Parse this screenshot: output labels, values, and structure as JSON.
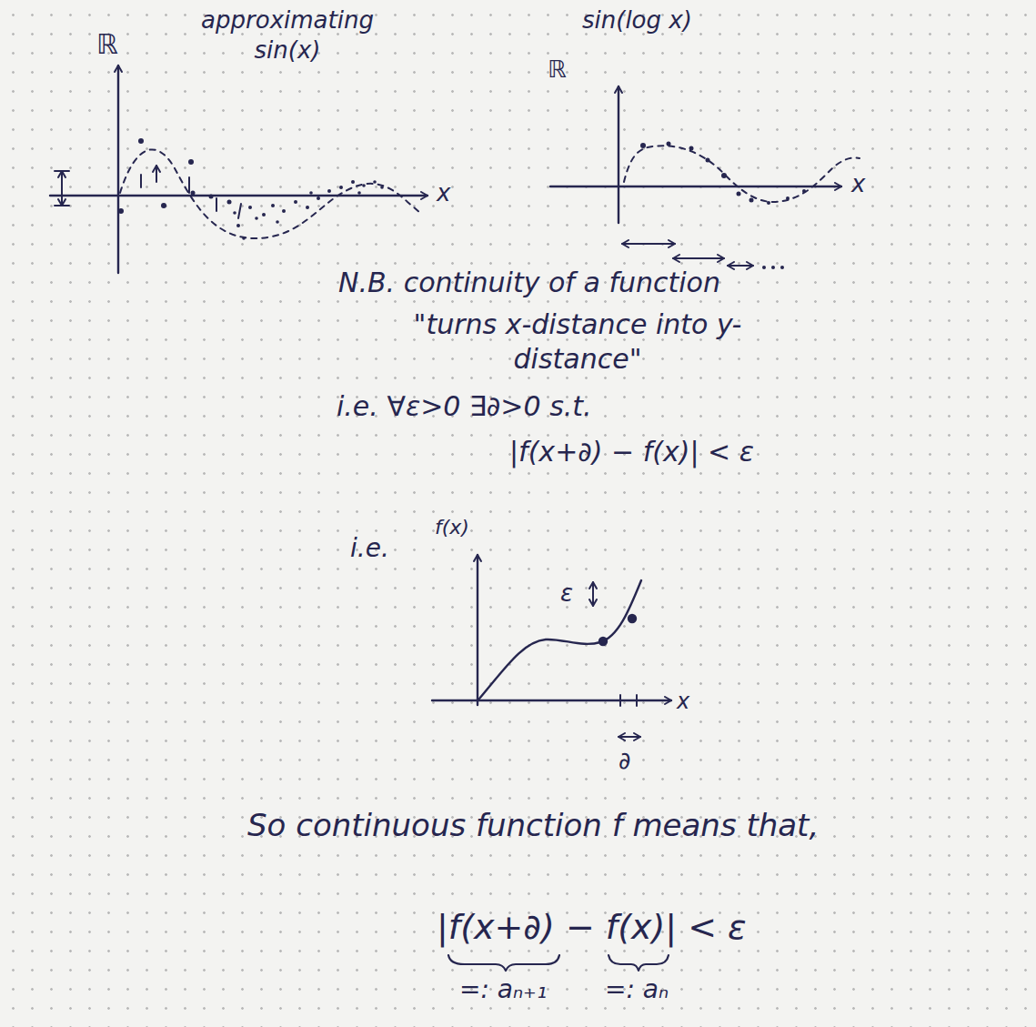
{
  "diagram": {
    "labels": [
      "ℝ",
      "approximating sin(x)",
      "x",
      "sin(log x)",
      "ℝ",
      "x",
      "N.B. continuity of a function",
      "\"turns x-distance into y-distance\"",
      "i.e. ∀ε>0 ∃∂>0 s.t.",
      "|f(x+∂) − f(x)| < ε",
      "i.e.",
      "f(x)",
      "ε",
      "x",
      "∂",
      "So continuous function f means that,",
      "|f(x+∂) − f(x)| < ε",
      "=: aₙ₊₁",
      "=: aₙ"
    ]
  }
}
